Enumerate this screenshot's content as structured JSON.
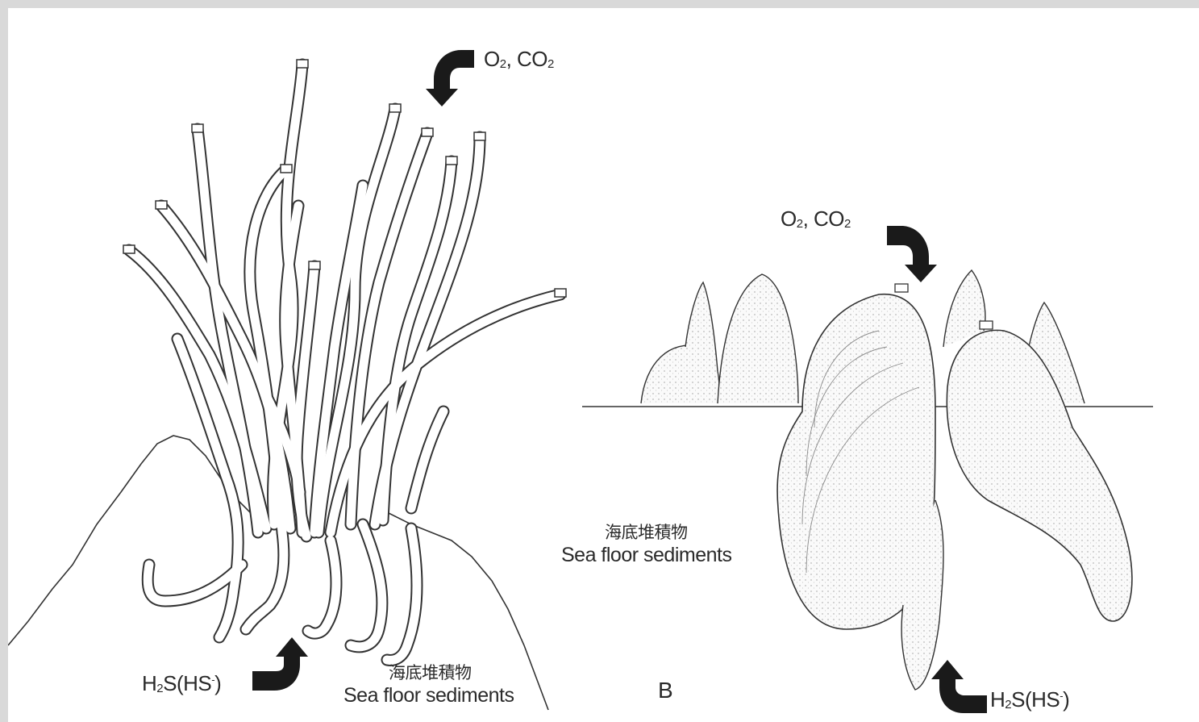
{
  "colors": {
    "background": "#ffffff",
    "frame": "#d9d9d9",
    "ink": "#2a2a2a",
    "arrow": "#1a1a1a"
  },
  "panel_a": {
    "gas_in": {
      "prefix": "O",
      "sub1": "2",
      "mid": ", CO",
      "sub2": "2"
    },
    "gas_out": {
      "prefix": "H",
      "sub": "2",
      "mid": "S(HS",
      "sup": "-",
      "suffix": ")"
    },
    "sediment_zh": "海底堆積物",
    "sediment_en": "Sea floor sediments"
  },
  "panel_b": {
    "letter": "B",
    "gas_in": {
      "prefix": "O",
      "sub1": "2",
      "mid": ", CO",
      "sub2": "2"
    },
    "gas_out": {
      "prefix": "H",
      "sub": "2",
      "mid": "S(HS",
      "sup": "-",
      "suffix": ")"
    },
    "sediment_zh": "海底堆積物",
    "sediment_en": "Sea floor sediments"
  }
}
